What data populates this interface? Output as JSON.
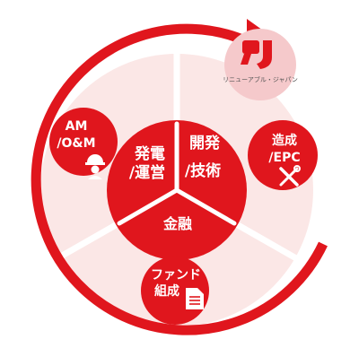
{
  "logo": {
    "company_name": "リニューアブル・ジャパン"
  },
  "center": {
    "dev_tech": [
      "開発",
      "/技術"
    ],
    "gen_ops": [
      "発電",
      "/運営"
    ],
    "finance": "金融"
  },
  "satellites": {
    "am_om": [
      "AM",
      "/O&M"
    ],
    "construction": [
      "造成",
      "/EPC"
    ],
    "fund": [
      "ファンド",
      "組成"
    ]
  },
  "icons": {
    "worker": "worker-helmet-icon",
    "tools": "wrench-screwdriver-icon",
    "document": "document-icon"
  },
  "colors": {
    "accent": "#e0161d",
    "ring_fill": "#fbe7e6",
    "logo_bg": "#f5c9cb"
  }
}
